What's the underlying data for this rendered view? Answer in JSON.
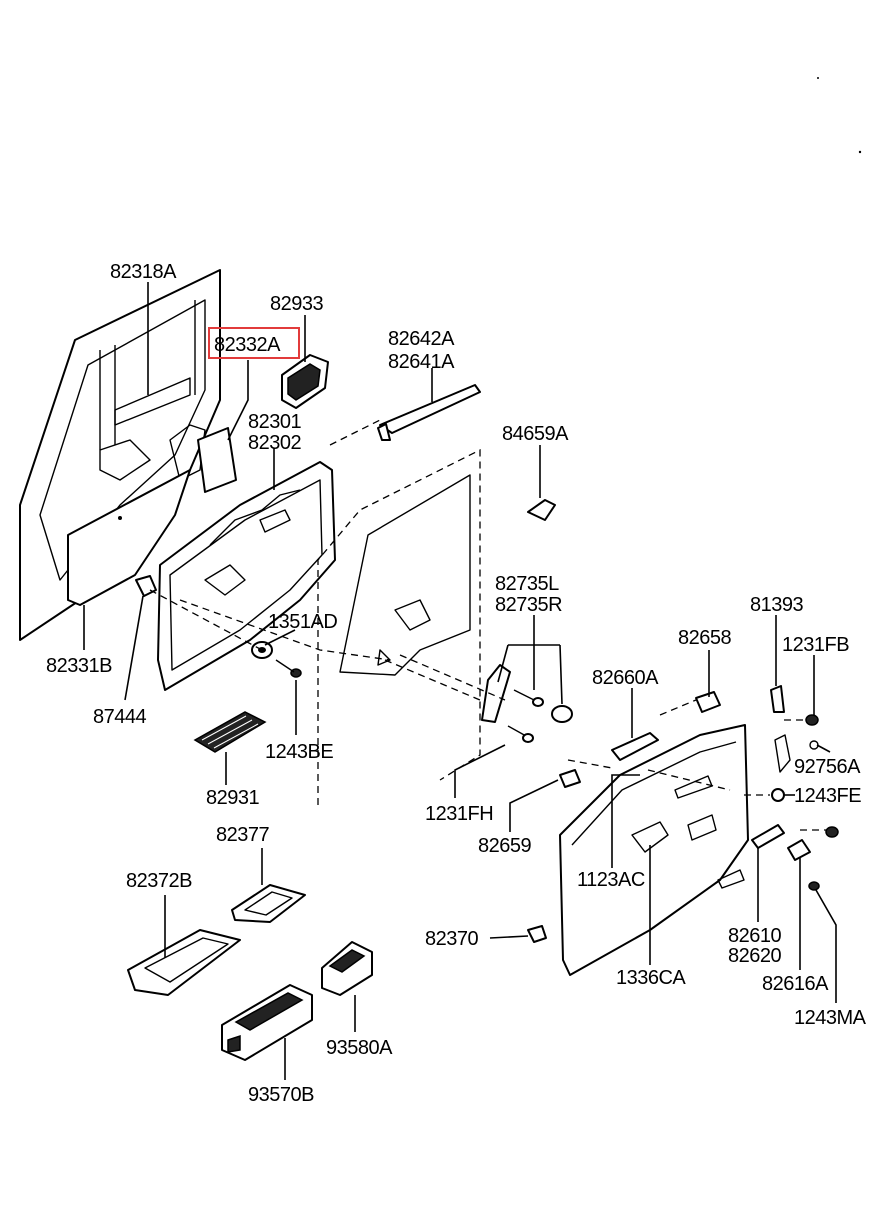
{
  "labels": {
    "p82318A": "82318A",
    "p82933": "82933",
    "p82332A": "82332A",
    "p82642A": "82642A",
    "p82641A": "82641A",
    "p82301": "82301",
    "p82302": "82302",
    "p84659A": "84659A",
    "p82331B": "82331B",
    "p87444": "87444",
    "p1351AD": "1351AD",
    "p1243BE": "1243BE",
    "p82931": "82931",
    "p82735L": "82735L",
    "p82735R": "82735R",
    "p81393": "81393",
    "p82658": "82658",
    "p1231FB": "1231FB",
    "p82660A": "82660A",
    "p92756A": "92756A",
    "p1243FE": "1243FE",
    "p1231FH": "1231FH",
    "p82659": "82659",
    "p1123AC": "1123AC",
    "p82377": "82377",
    "p82372B": "82372B",
    "p82610": "82610",
    "p82620": "82620",
    "p82370": "82370",
    "p1336CA": "1336CA",
    "p82616A": "82616A",
    "p93580A": "93580A",
    "p1243MA": "1243MA",
    "p93570B": "93570B"
  },
  "highlight": {
    "part": "82332A",
    "color": "#e23b3b"
  }
}
